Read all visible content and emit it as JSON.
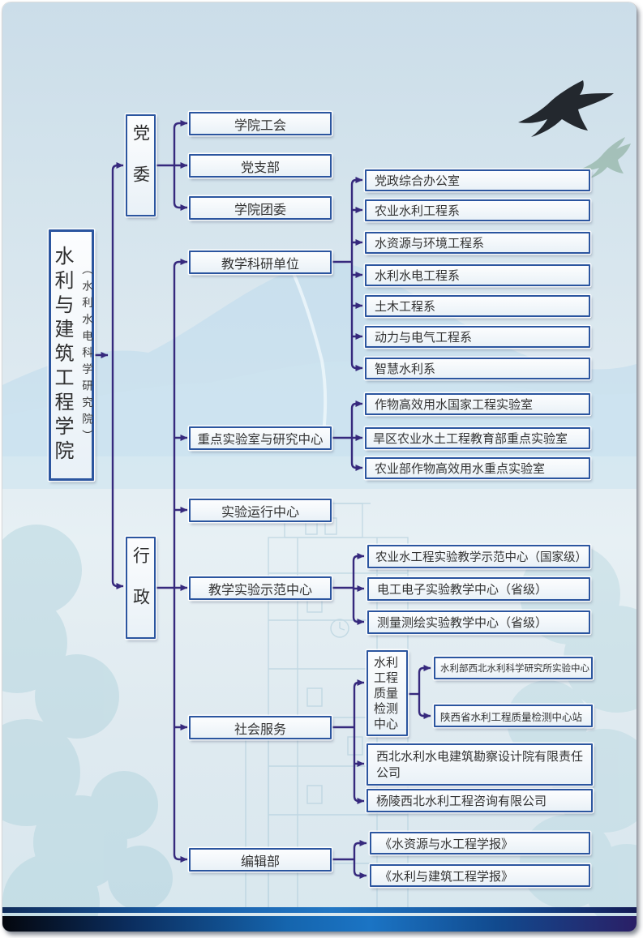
{
  "org": {
    "root": {
      "title": "水利与建筑工程学院",
      "subtitle": "（水利水电科学研究院）"
    },
    "party": {
      "label": "党委",
      "children": [
        "学院工会",
        "党支部",
        "学院团委"
      ]
    },
    "admin": {
      "label": "行政",
      "sections": [
        {
          "label": "教学科研单位",
          "children": [
            "党政综合办公室",
            "农业水利工程系",
            "水资源与环境工程系",
            "水利水电工程系",
            "土木工程系",
            "动力与电气工程系",
            "智慧水利系"
          ]
        },
        {
          "label": "重点实验室与研究中心",
          "children": [
            "作物高效用水国家工程实验室",
            "旱区农业水土工程教育部重点实验室",
            "农业部作物高效用水重点实验室"
          ]
        },
        {
          "label": "实验运行中心",
          "children": []
        },
        {
          "label": "教学实验示范中心",
          "children": [
            "农业水工程实验教学示范中心（国家级）",
            "电工电子实验教学中心（省级）",
            "测量测绘实验教学中心（省级）"
          ]
        },
        {
          "label": "社会服务",
          "children": [
            "水利工程质量检测中心",
            "西北水利水电建筑勘察设计院有限责任公司",
            "杨陵西北水利工程咨询有限公司"
          ],
          "lab_center_children": [
            "水利部西北水利科学研究所实验中心",
            "陕西省水利工程质量检测中心站"
          ]
        },
        {
          "label": "编辑部",
          "children": [
            "《水资源与水工程学报》",
            "《水利与建筑工程学报》"
          ]
        }
      ]
    },
    "colors": {
      "connector": "#36297d",
      "box_border": "#2b559f",
      "bar_blue": "#1b74c4",
      "bar_navy": "#0b2d5e",
      "bar_purple": "#2a1f66"
    }
  }
}
